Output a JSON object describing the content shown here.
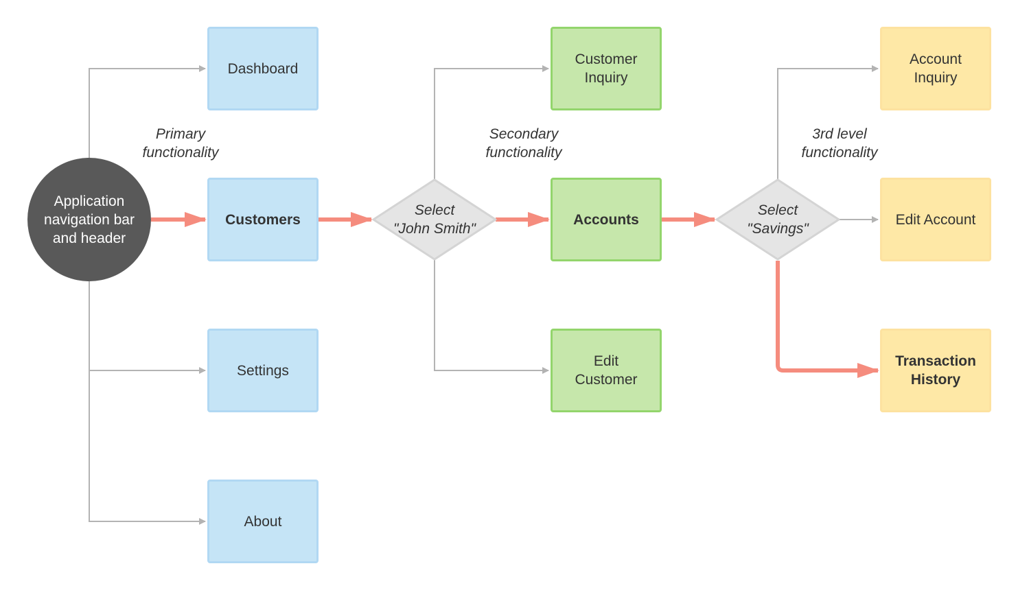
{
  "colors": {
    "connector_gray": "#b3b3b3",
    "highlight_path": "#f58c7e",
    "hub": "#595959",
    "primary_fill": "#c5e4f6",
    "secondary_fill": "#c6e7ab",
    "tertiary_fill": "#fee8a6",
    "decision_fill": "#e5e5e5"
  },
  "hub": {
    "label": "Application\nnavigation bar\nand header"
  },
  "captions": {
    "primary": "Primary\nfunctionality",
    "secondary": "Secondary\nfunctionality",
    "tertiary": "3rd level\nfunctionality"
  },
  "primary_nodes": {
    "dashboard": "Dashboard",
    "customers": "Customers",
    "settings": "Settings",
    "about": "About"
  },
  "decisions": {
    "select_customer": "Select\n\"John Smith\"",
    "select_account": "Select\n\"Savings\""
  },
  "secondary_nodes": {
    "customer_inquiry": "Customer\nInquiry",
    "accounts": "Accounts",
    "edit_customer": "Edit\nCustomer"
  },
  "tertiary_nodes": {
    "account_inquiry": "Account\nInquiry",
    "edit_account": "Edit Account",
    "transaction_history": "Transaction\nHistory"
  }
}
